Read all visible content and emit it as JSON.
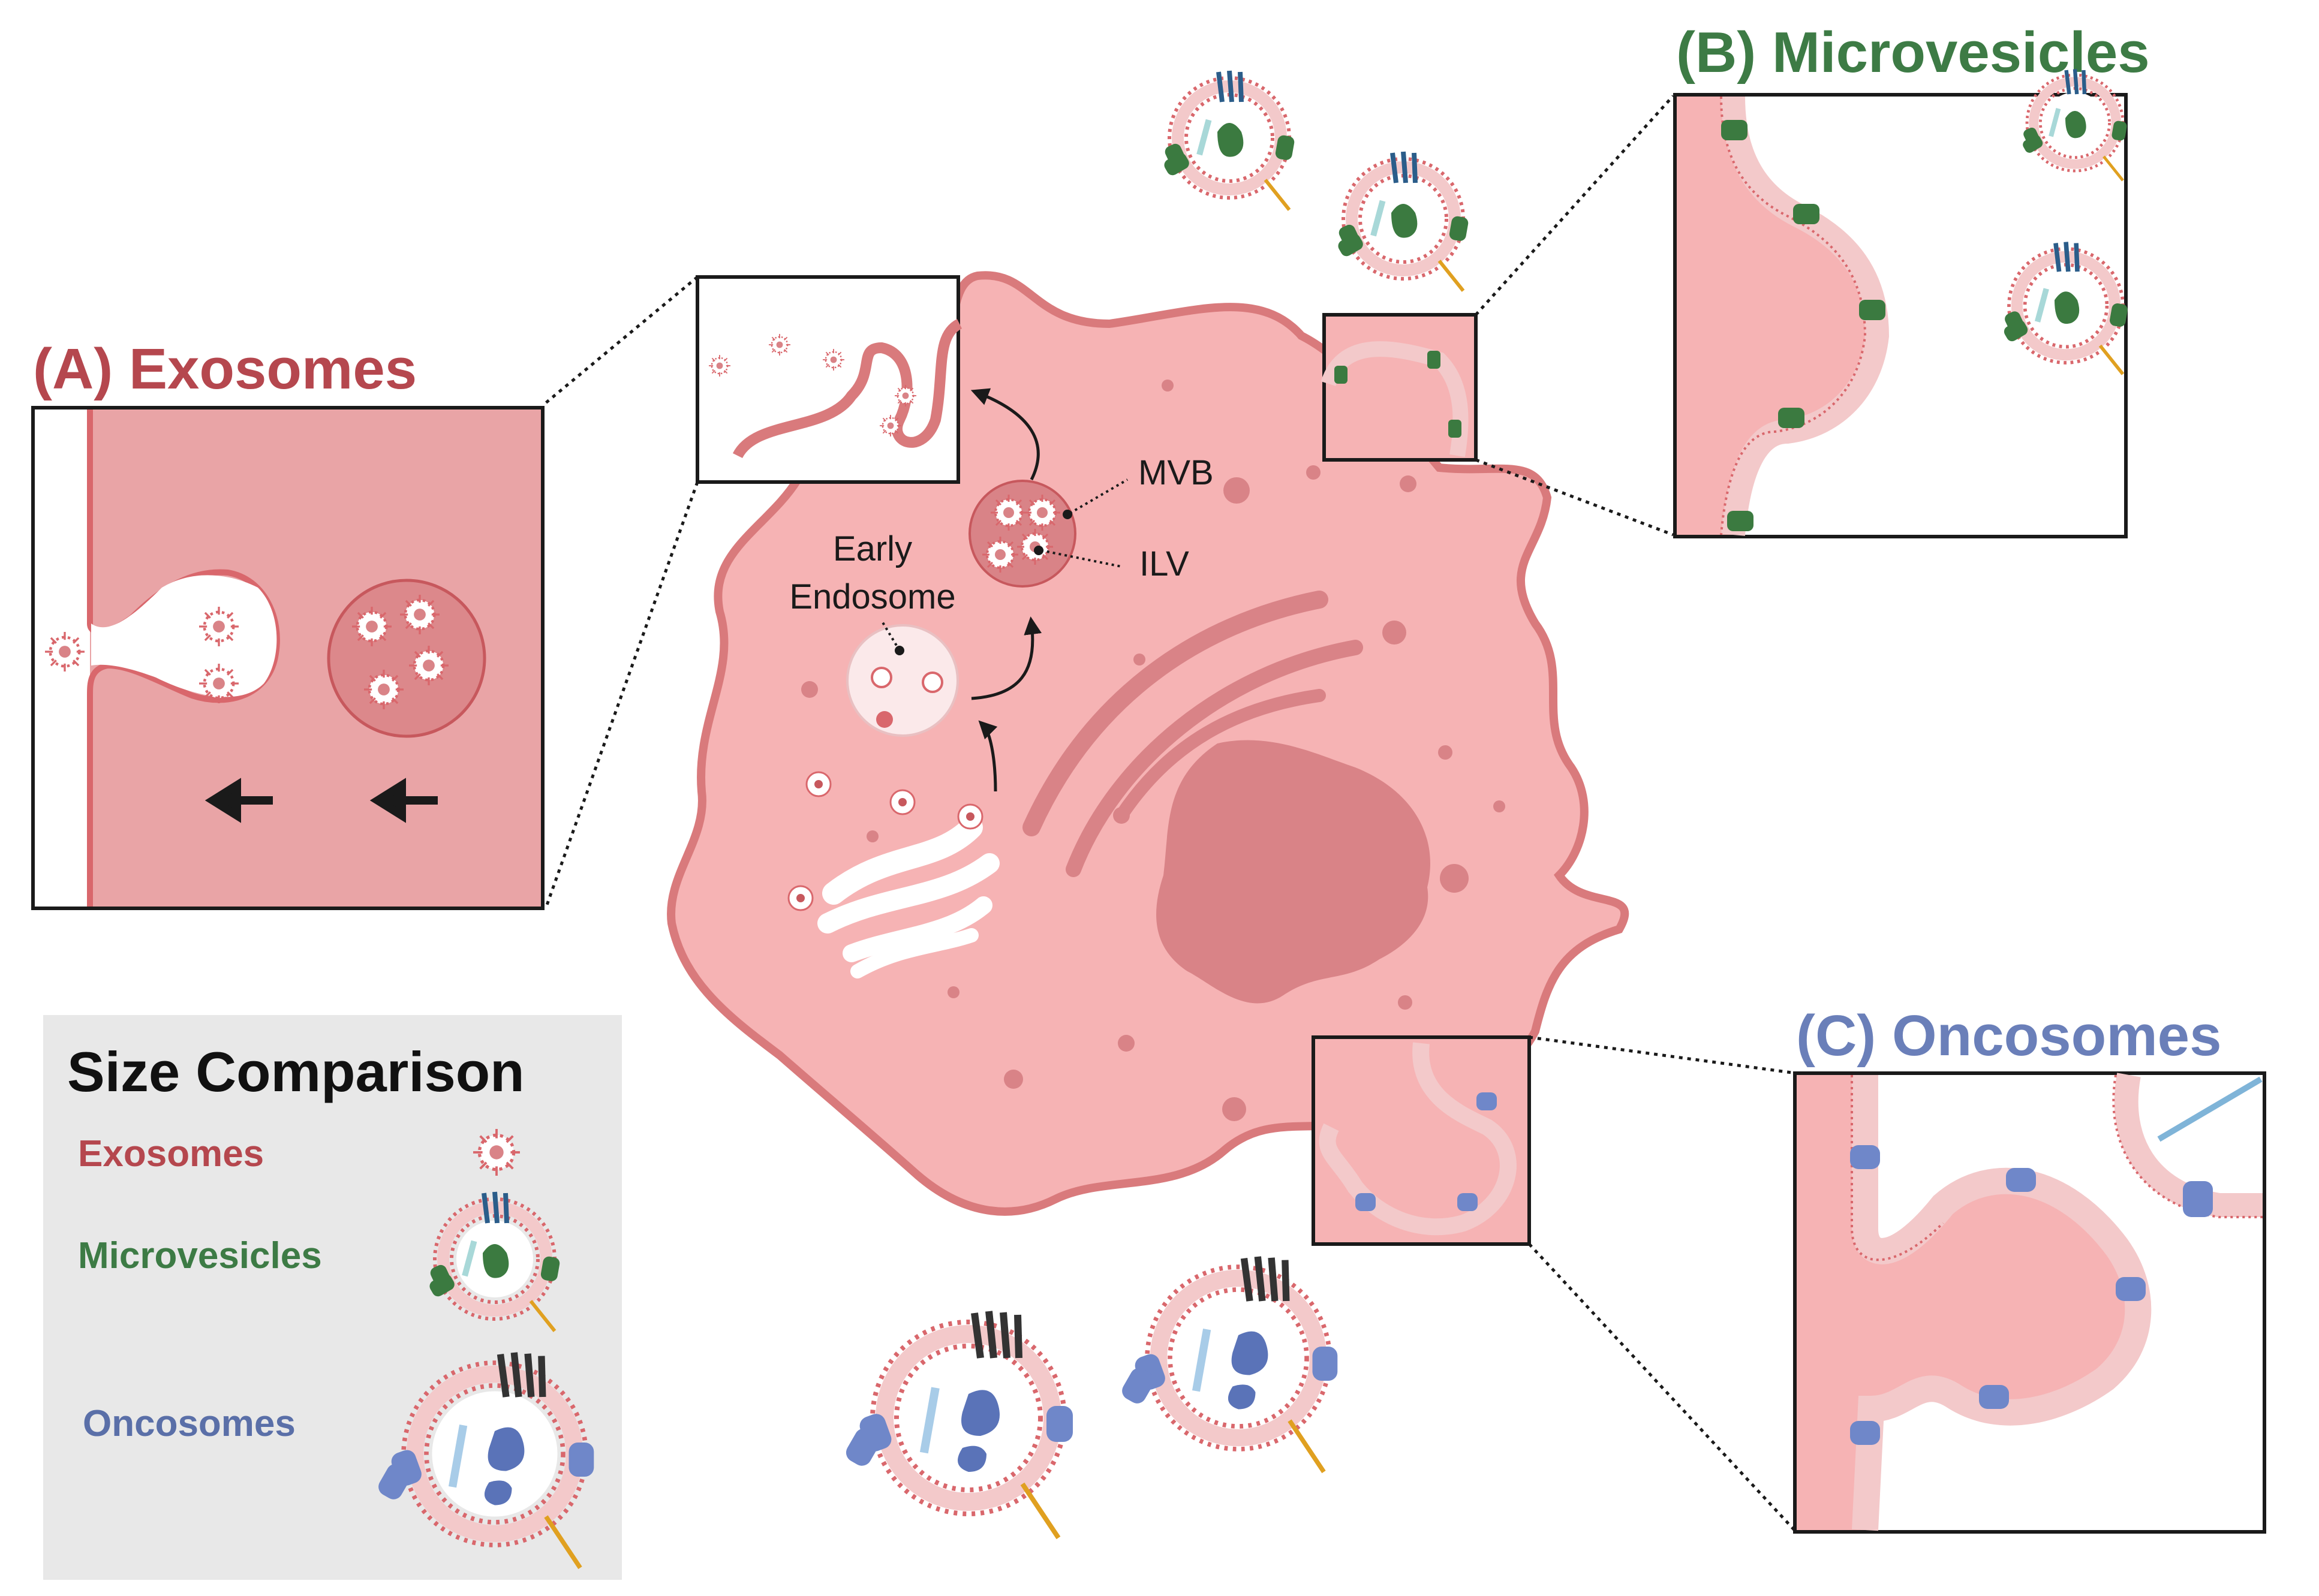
{
  "panels": {
    "exosomes": {
      "label": "(A) Exosomes",
      "color": "#b5474e"
    },
    "microvesicles": {
      "label": "(B) Microvesicles",
      "color": "#3d7b45"
    },
    "oncosomes": {
      "label": "(C) Oncosomes",
      "color": "#6a7fb9"
    }
  },
  "cell_labels": {
    "mvb": "MVB",
    "ilv": "ILV",
    "early_endosome_line1": "Early",
    "early_endosome_line2": "Endosome"
  },
  "size_comparison": {
    "title": "Size Comparison",
    "items": [
      {
        "label": "Exosomes",
        "color": "#b5474e"
      },
      {
        "label": "Microvesicles",
        "color": "#3d7b45"
      },
      {
        "label": "Oncosomes",
        "color": "#5a6fa8"
      }
    ]
  },
  "colors": {
    "cell_fill": "#f6b3b4",
    "cell_stroke": "#d97a7c",
    "organelle": "#d98387",
    "membrane_red": "#d9676c",
    "protein_green": "#3b7a40",
    "protein_blue": "#6f87c9",
    "panel_bg": "#e8e8e8"
  }
}
